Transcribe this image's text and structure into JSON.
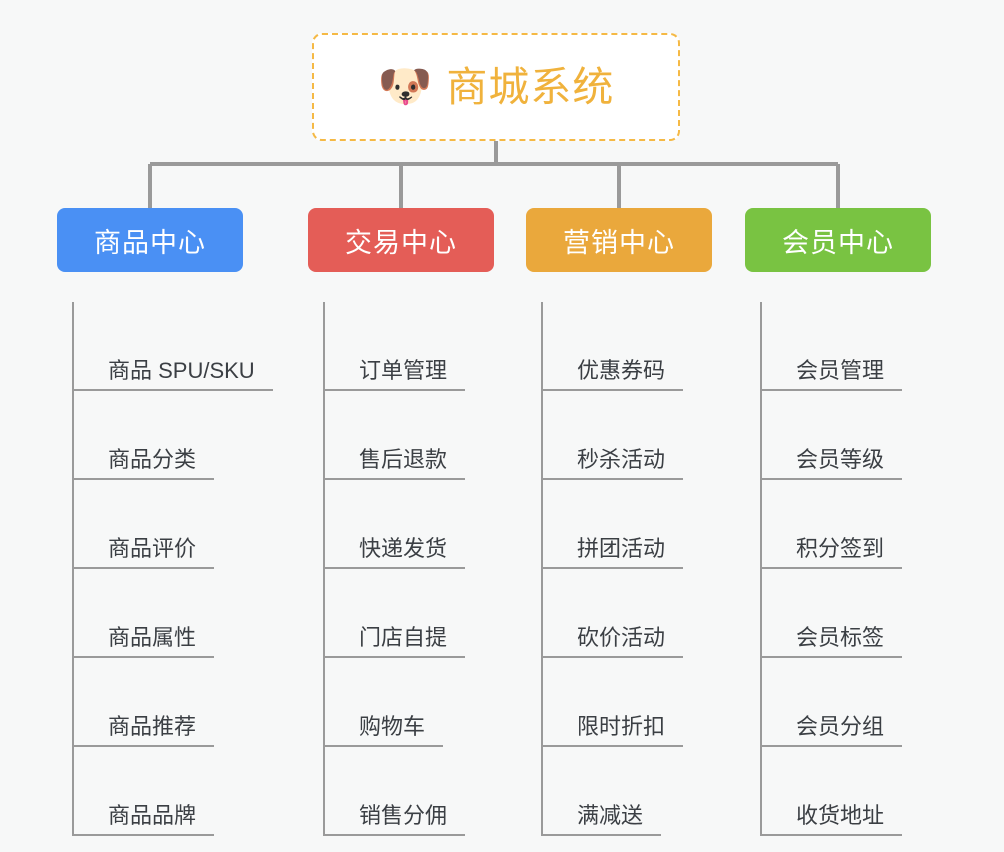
{
  "diagram": {
    "background_color": "#f7f8f8",
    "connector_color": "#9a9a9a",
    "root": {
      "title": "商城系统",
      "icon": "dog-face-icon",
      "icon_glyph": "🐶",
      "border_color": "#f5b945",
      "text_color": "#f0b23c",
      "background_color": "#ffffff"
    },
    "branches": [
      {
        "label": "商品中心",
        "color": "#4a90f4",
        "items": [
          "商品 SPU/SKU",
          "商品分类",
          "商品评价",
          "商品属性",
          "商品推荐",
          "商品品牌"
        ]
      },
      {
        "label": "交易中心",
        "color": "#e45d57",
        "items": [
          "订单管理",
          "售后退款",
          "快递发货",
          "门店自提",
          "购物车",
          "销售分佣"
        ]
      },
      {
        "label": "营销中心",
        "color": "#eaa83c",
        "items": [
          "优惠券码",
          "秒杀活动",
          "拼团活动",
          "砍价活动",
          "限时折扣",
          "满减送"
        ]
      },
      {
        "label": "会员中心",
        "color": "#79c342",
        "items": [
          "会员管理",
          "会员等级",
          "积分签到",
          "会员标签",
          "会员分组",
          "收货地址"
        ]
      }
    ]
  }
}
